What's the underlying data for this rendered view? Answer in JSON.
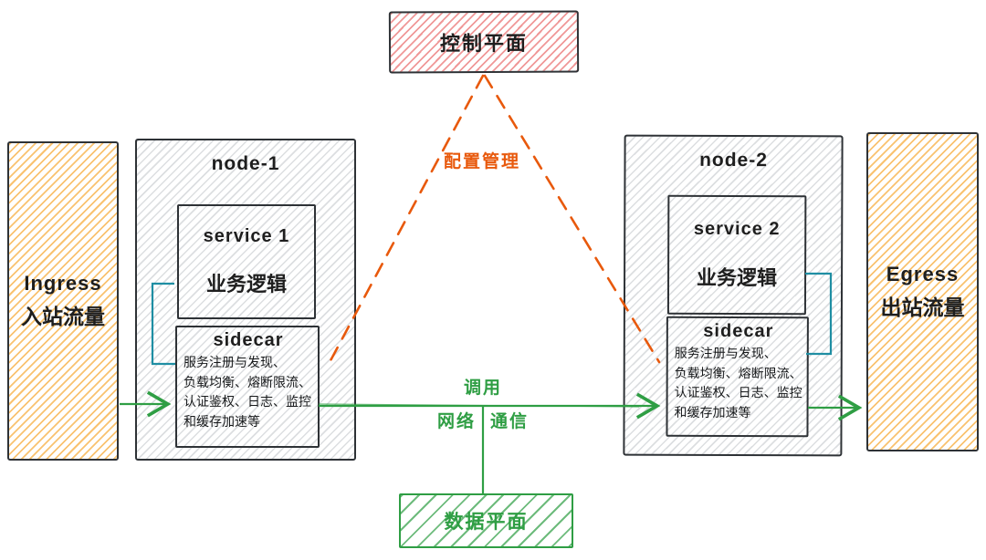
{
  "diagram_title": "service-mesh-sidecar-architecture",
  "control_plane": {
    "label": "控制平面"
  },
  "data_plane": {
    "label": "数据平面"
  },
  "ingress": {
    "title": "Ingress",
    "subtitle": "入站流量"
  },
  "egress": {
    "title": "Egress",
    "subtitle": "出站流量"
  },
  "nodes": [
    {
      "name": "node-1",
      "service": "service 1",
      "service_desc": "业务逻辑",
      "sidecar": "sidecar",
      "sidecar_desc": "服务注册与发现、\n负载均衡、熔断限流、\n认证鉴权、日志、监控\n和缓存加速等"
    },
    {
      "name": "node-2",
      "service": "service 2",
      "service_desc": "业务逻辑",
      "sidecar": "sidecar",
      "sidecar_desc": "服务注册与发现、\n负载均衡、熔断限流、\n认证鉴权、日志、监控\n和缓存加速等"
    }
  ],
  "labels": {
    "config_management": "配置管理",
    "call": "调用",
    "network": "网络",
    "communication": "通信"
  },
  "colors": {
    "control_plane_hatch": "#e03131",
    "traffic_hatch": "#f6a223",
    "node_hatch": "#868e96",
    "green_accent": "#2f9e44",
    "orange_accent": "#e8590c",
    "teal_bracket": "#1f8ea3",
    "border_dark": "#2e3236"
  }
}
